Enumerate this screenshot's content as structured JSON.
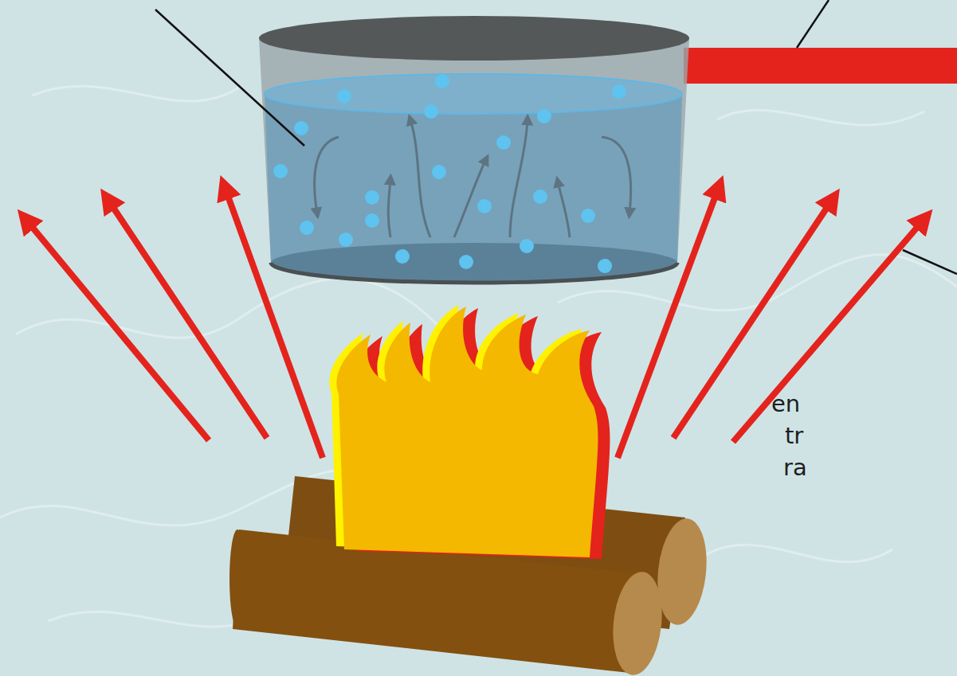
{
  "diagram": {
    "labels": [
      "en",
      "tr",
      "ra"
    ]
  }
}
